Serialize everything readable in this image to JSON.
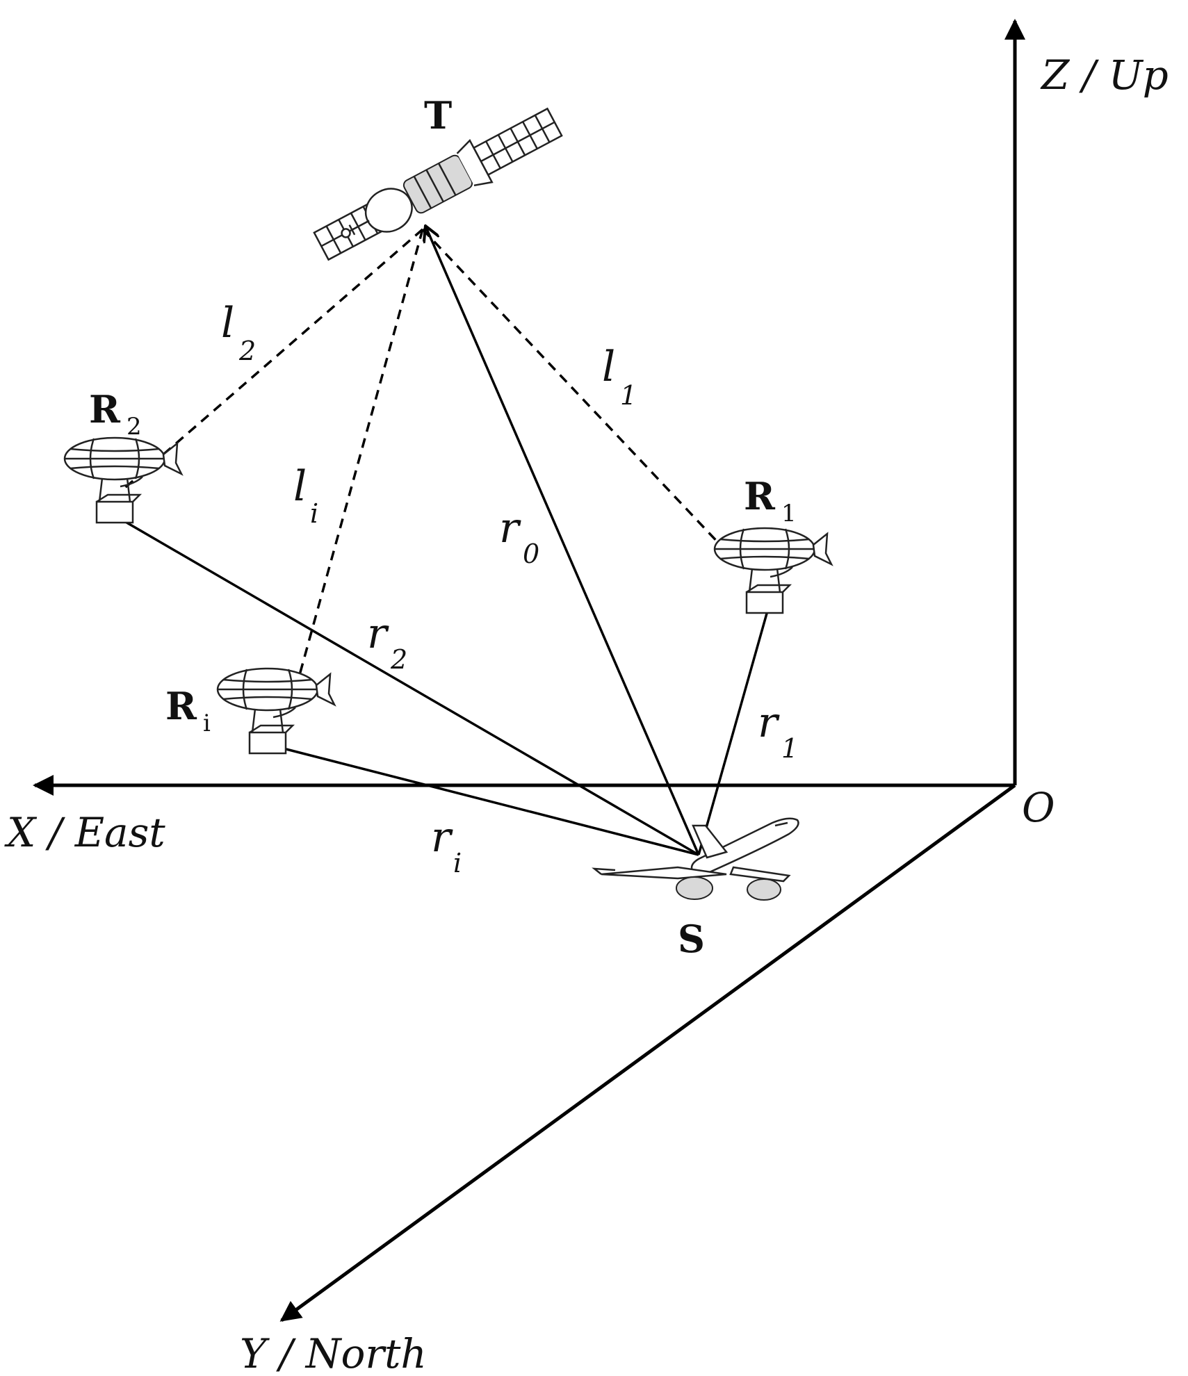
{
  "axes": {
    "z": "Z / Up",
    "x": "X / East",
    "y": "Y / North",
    "origin": "O"
  },
  "nodes": {
    "transmitter": {
      "letter": "T",
      "icon": "satellite-icon"
    },
    "receiver_1": {
      "letter": "R",
      "sub": "1",
      "icon": "airship-icon"
    },
    "receiver_2": {
      "letter": "R",
      "sub": "2",
      "icon": "airship-icon"
    },
    "receiver_i": {
      "letter": "R",
      "sub": "i",
      "icon": "airship-icon"
    },
    "target": {
      "letter": "S",
      "icon": "airplane-icon"
    }
  },
  "edges": {
    "l1": {
      "base": "l",
      "sub": "1",
      "style": "dashed"
    },
    "l2": {
      "base": "l",
      "sub": "2",
      "style": "dashed"
    },
    "li": {
      "base": "l",
      "sub": "i",
      "style": "dashed"
    },
    "r0": {
      "base": "r",
      "sub": "0",
      "style": "solid-arrow"
    },
    "r1": {
      "base": "r",
      "sub": "1",
      "style": "solid"
    },
    "r2": {
      "base": "r",
      "sub": "2",
      "style": "solid"
    },
    "ri": {
      "base": "r",
      "sub": "i",
      "style": "solid"
    }
  }
}
